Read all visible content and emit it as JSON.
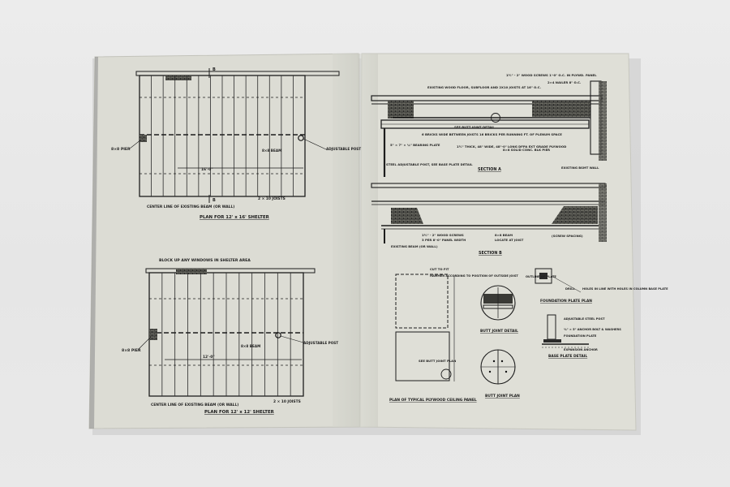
{
  "left_page": {
    "plan_a": {
      "title": "PLAN FOR 12' x 16' SHELTER",
      "grid_mark_top": "B",
      "grid_mark_bottom": "B",
      "pier_label": "8×8 PIER",
      "beam_label": "8×8 BEAM",
      "post_label": "ADJUSTABLE POST",
      "dimension": "16'-0\"",
      "joists_label": "2 × 10 JOISTS",
      "centerline_label": "CENTER LINE OF EXISTING BEAM (OR WALL)"
    },
    "windows_note": "BLOCK UP ANY WINDOWS IN SHELTER AREA",
    "plan_b": {
      "title": "PLAN FOR 12' x 12' SHELTER",
      "pier_label": "8×8 PIER",
      "beam_label": "8×8 BEAM",
      "post_label": "ADJUSTABLE POST",
      "dimension": "12'-0\"",
      "joists_label": "2 × 10 JOISTS",
      "centerline_label": "CENTER LINE OF EXISTING BEAM (OR WALL)"
    }
  },
  "right_page": {
    "section_a": {
      "title": "SECTION A",
      "note_screws": "1½\" - 2\" WOOD SCREWS 1'-0\" O.C. IN PLYWD. PANEL",
      "note_floor": "EXISTING WOOD FLOOR, SUBFLOOR AND 2X10 JOISTS AT 16\" O.C.",
      "note_nailer": "2×4 NAILER 8\" O.C.",
      "note_bricks": "6 BRICKS WIDE BETWEEN JOISTS 16 BRICKS PER RUNNING FT. OF PLENUM SPACE",
      "note_plate": "5\" × 7\" × ¼\" BEARING PLATE",
      "note_plywood": "1½\" THICK, 48\" WIDE, 48\"-0\" LONG DFPA EXT GRADE PLYWOOD",
      "note_butt": "SEE BUTT JOINT DETAIL",
      "note_post": "STEEL ADJUSTABLE POST, SEE BASE PLATE DETAIL",
      "note_wall": "EXISTING BSMT WALL",
      "note_block": "8×8 SOLID CONC. BLK PIER"
    },
    "section_b": {
      "title": "SECTION B",
      "note_screws": "1½\" - 2\" WOOD SCREWS",
      "note_width": "3 PER 8'-0\" PANEL WIDTH",
      "note_beam": "8×8 BEAM",
      "note_joist": "LOCATE AT JOIST",
      "note_spacing": "(SCREW SPACING)",
      "note_existing": "EXISTING BEAM (OR WALL)"
    },
    "panel": {
      "title": "PLAN OF TYPICAL PLYWOOD CEILING PANEL",
      "note_cut": "CUT TO FIT",
      "note_hammer": "HAMMER ACCORDING TO POSITION OF OUTSIDE JOIST",
      "note_butt": "SEE BUTT JOINT PLAN"
    },
    "butt_joint_detail_title": "BUTT JOINT DETAIL",
    "butt_joint_plan_title": "BUTT JOINT PLAN",
    "foundation_plate_title": "FOUNDATION PLATE PLAN",
    "base_plate_title": "BASE PLATE DETAIL",
    "base_plate": {
      "note_post": "ADJUSTABLE STEEL POST",
      "note_bolt": "⅜\" × 5\" ANCHOR BOLT & WASHERS",
      "note_plate": "FOUNDATION PLATE",
      "note_anchor": "EXPANSION ANCHOR"
    },
    "foundation": {
      "note_outline": "OUTLINE OF PLATE",
      "note_drill": "DRILL",
      "note_holes": "HOLES IN LINE WITH HOLES IN COLUMN BASE PLATE"
    }
  }
}
